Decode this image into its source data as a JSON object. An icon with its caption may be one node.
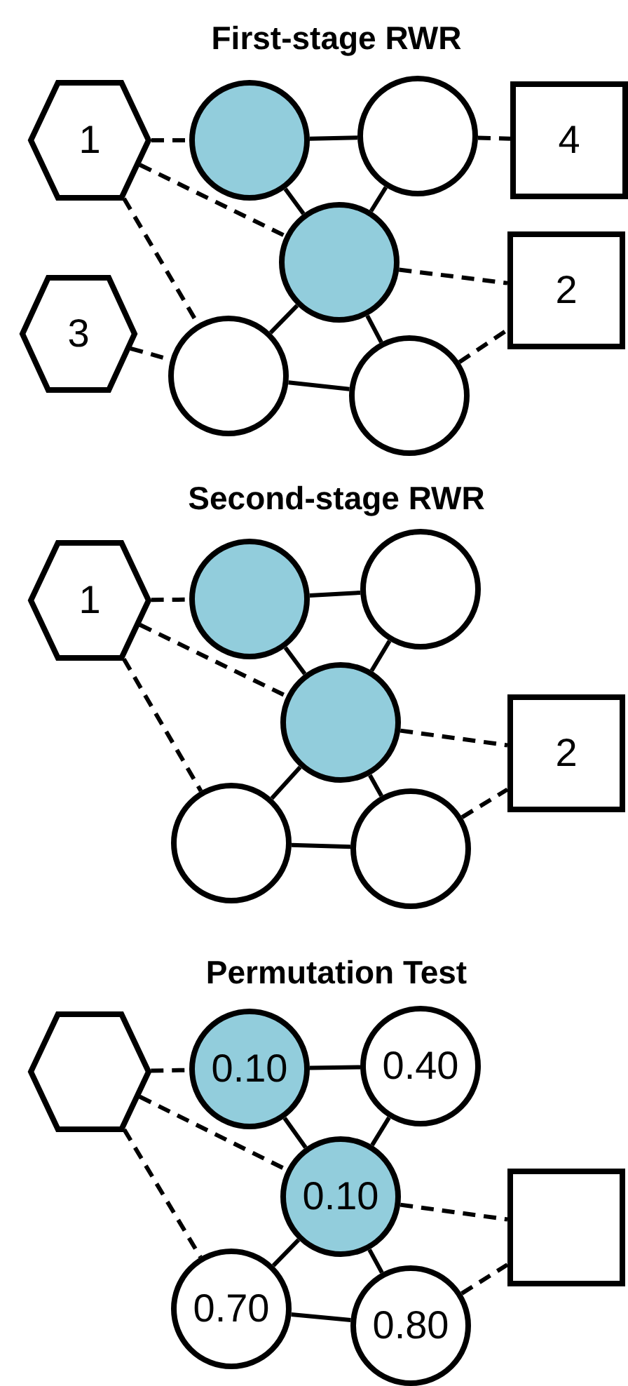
{
  "diagram": {
    "nodes": [
      {
        "text": [
          "1"
        ]
      },
      {
        "text": [],
        "shape": "circle"
      },
      {
        "text": [],
        "shape": "circle"
      },
      {
        "text": [
          "4"
        ]
      },
      {
        "text": [],
        "shape": "circle"
      },
      {
        "text": [
          "2"
        ]
      },
      {
        "text": [
          "3"
        ]
      },
      {
        "text": [],
        "shape": "circle"
      },
      {
        "text": [],
        "shape": "circle"
      },
      {
        "text": [
          "1"
        ]
      },
      {
        "text": [],
        "shape": "circle"
      },
      {
        "text": [],
        "shape": "circle"
      },
      {
        "text": [],
        "shape": "circle"
      },
      {
        "text": [
          "2"
        ]
      },
      {
        "text": [],
        "shape": "circle"
      },
      {
        "text": [],
        "shape": "circle"
      },
      {
        "text": [],
        "shape": "hexagon"
      },
      {
        "text": [
          "0.10"
        ]
      },
      {
        "text": [
          "0.40"
        ]
      },
      {
        "text": [
          "0.10"
        ]
      },
      {
        "text": [],
        "shape": "box"
      },
      {
        "text": [
          "0.70"
        ]
      },
      {
        "text": [
          "0.80"
        ]
      }
    ],
    "edges": [
      {
        "from": 0,
        "to": 1,
        "arrow": "none",
        "style": "dashed"
      },
      {
        "from": 1,
        "to": 2,
        "arrow": "none"
      },
      {
        "from": 2,
        "to": 3,
        "arrow": "none",
        "style": "dashed"
      },
      {
        "from": 1,
        "to": 4,
        "arrow": "none"
      },
      {
        "from": 2,
        "to": 4,
        "arrow": "none"
      },
      {
        "from": 0,
        "to": 4,
        "arrow": "none",
        "style": "dashed"
      },
      {
        "from": 0,
        "to": 7,
        "arrow": "none",
        "style": "dashed"
      },
      {
        "from": 6,
        "to": 7,
        "arrow": "none",
        "style": "dashed"
      },
      {
        "from": 4,
        "to": 5,
        "arrow": "none",
        "style": "dashed"
      },
      {
        "from": 8,
        "to": 5,
        "arrow": "none",
        "style": "dashed"
      },
      {
        "from": 4,
        "to": 7,
        "arrow": "none"
      },
      {
        "from": 4,
        "to": 8,
        "arrow": "none"
      },
      {
        "from": 7,
        "to": 8,
        "arrow": "none"
      },
      {
        "from": 9,
        "to": 10,
        "arrow": "none",
        "style": "dashed"
      },
      {
        "from": 10,
        "to": 11,
        "arrow": "none"
      },
      {
        "from": 10,
        "to": 12,
        "arrow": "none"
      },
      {
        "from": 11,
        "to": 12,
        "arrow": "none"
      },
      {
        "from": 9,
        "to": 12,
        "arrow": "none",
        "style": "dashed"
      },
      {
        "from": 9,
        "to": 14,
        "arrow": "none",
        "style": "dashed"
      },
      {
        "from": 12,
        "to": 13,
        "arrow": "none",
        "style": "dashed"
      },
      {
        "from": 15,
        "to": 13,
        "arrow": "none",
        "style": "dashed"
      },
      {
        "from": 12,
        "to": 14,
        "arrow": "none"
      },
      {
        "from": 12,
        "to": 15,
        "arrow": "none"
      },
      {
        "from": 14,
        "to": 15,
        "arrow": "none"
      },
      {
        "from": 16,
        "to": 17,
        "arrow": "none",
        "style": "dashed"
      },
      {
        "from": 17,
        "to": 18,
        "arrow": "none"
      },
      {
        "from": 17,
        "to": 19,
        "arrow": "none"
      },
      {
        "from": 18,
        "to": 19,
        "arrow": "none"
      },
      {
        "from": 16,
        "to": 19,
        "arrow": "none",
        "style": "dashed"
      },
      {
        "from": 16,
        "to": 21,
        "arrow": "none",
        "style": "dashed"
      },
      {
        "from": 19,
        "to": 20,
        "arrow": "none",
        "style": "dashed"
      },
      {
        "from": 22,
        "to": 20,
        "arrow": "none",
        "style": "dashed"
      },
      {
        "from": 19,
        "to": 21,
        "arrow": "none"
      },
      {
        "from": 19,
        "to": 22,
        "arrow": "none"
      },
      {
        "from": 21,
        "to": 22,
        "arrow": "none"
      }
    ],
    "labels": [
      "First-stage RWR",
      "Second-stage RWR",
      "Permutation Test"
    ]
  }
}
